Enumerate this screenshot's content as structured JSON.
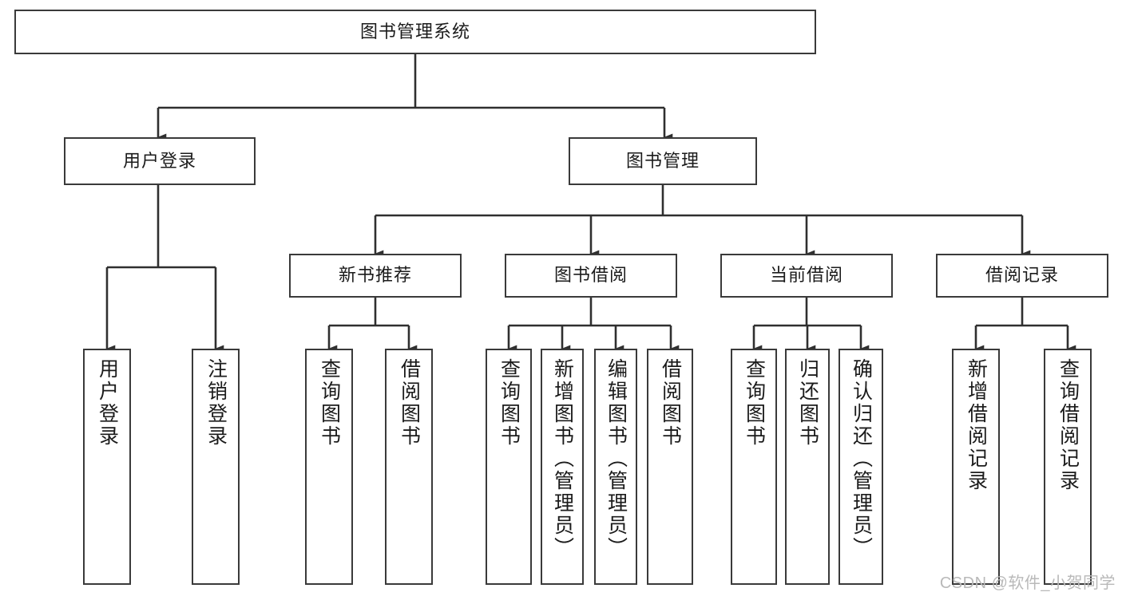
{
  "diagram": {
    "title": "图书管理系统",
    "type": "tree-hierarchy-diagram",
    "watermark": "CSDN @软件_小贺同学",
    "colors": {
      "box_border": "#3a3a3a",
      "box_fill": "#ffffff",
      "connector": "#2f2f2f",
      "text": "#1b1b1b",
      "watermark": "#b9b9b9",
      "background": "#ffffff"
    }
  },
  "nodes": {
    "root": {
      "label": "图书管理系统"
    },
    "level2": [
      {
        "label": "用户登录"
      },
      {
        "label": "图书管理"
      }
    ],
    "level3": [
      {
        "label": "新书推荐"
      },
      {
        "label": "图书借阅"
      },
      {
        "label": "当前借阅"
      },
      {
        "label": "借阅记录"
      }
    ],
    "leaves": {
      "user_login": [
        {
          "label": "用户登录"
        },
        {
          "label": "注销登录"
        }
      ],
      "new_book_recommend": [
        {
          "label": "查询图书"
        },
        {
          "label": "借阅图书"
        }
      ],
      "book_borrow": [
        {
          "label": "查询图书"
        },
        {
          "label": "新增图书（管理员）"
        },
        {
          "label": "编辑图书（管理员）"
        },
        {
          "label": "借阅图书"
        }
      ],
      "current_borrow": [
        {
          "label": "查询图书"
        },
        {
          "label": "归还图书"
        },
        {
          "label": "确认归还（管理员）"
        }
      ],
      "borrow_record": [
        {
          "label": "新增借阅记录"
        },
        {
          "label": "查询借阅记录"
        }
      ]
    }
  }
}
